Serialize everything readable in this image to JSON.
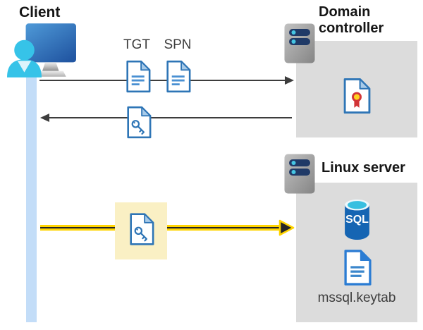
{
  "labels": {
    "client": "Client",
    "domain_controller": "Domain controller",
    "linux_server": "Linux server",
    "tgt": "TGT",
    "spn": "SPN",
    "sql": "SQL",
    "keytab_file": "mssql.keytab"
  },
  "icons": {
    "client-workstation-icon": "monitor with user silhouette",
    "server-icon": "gray server tower with two navy slots",
    "ticket-document-icon": "blue-outlined document with text lines",
    "key-document-icon": "blue-outlined document with key glyph",
    "certificate-icon": "document with red rosette seal",
    "sql-database-icon": "blue database cylinder labeled SQL",
    "keytab-document-icon": "blue document with solid folded corner"
  },
  "colors": {
    "doc_border_blue": "#2e75b6",
    "doc_fold_light": "#a8cbe9",
    "doc_line_blue": "#4a90d2",
    "keytab_blue": "#2b7cd3",
    "arrow_gray": "#3d3d3d",
    "arrow_yellow": "#ffd400",
    "highlight_yellow": "#faf0c4",
    "lifeline_blue": "#c3ddf8",
    "box_gray": "#dcdcdc",
    "server_slot_navy": "#203a67",
    "server_dot_cyan": "#45c6e3",
    "sql_body_blue": "#1565b3",
    "sql_top_cyan": "#38bfe0",
    "cert_red": "#d23437",
    "cert_yellow": "#ffd21e",
    "person_cyan": "#36c3e8",
    "text_dark": "#3d3d3d"
  }
}
